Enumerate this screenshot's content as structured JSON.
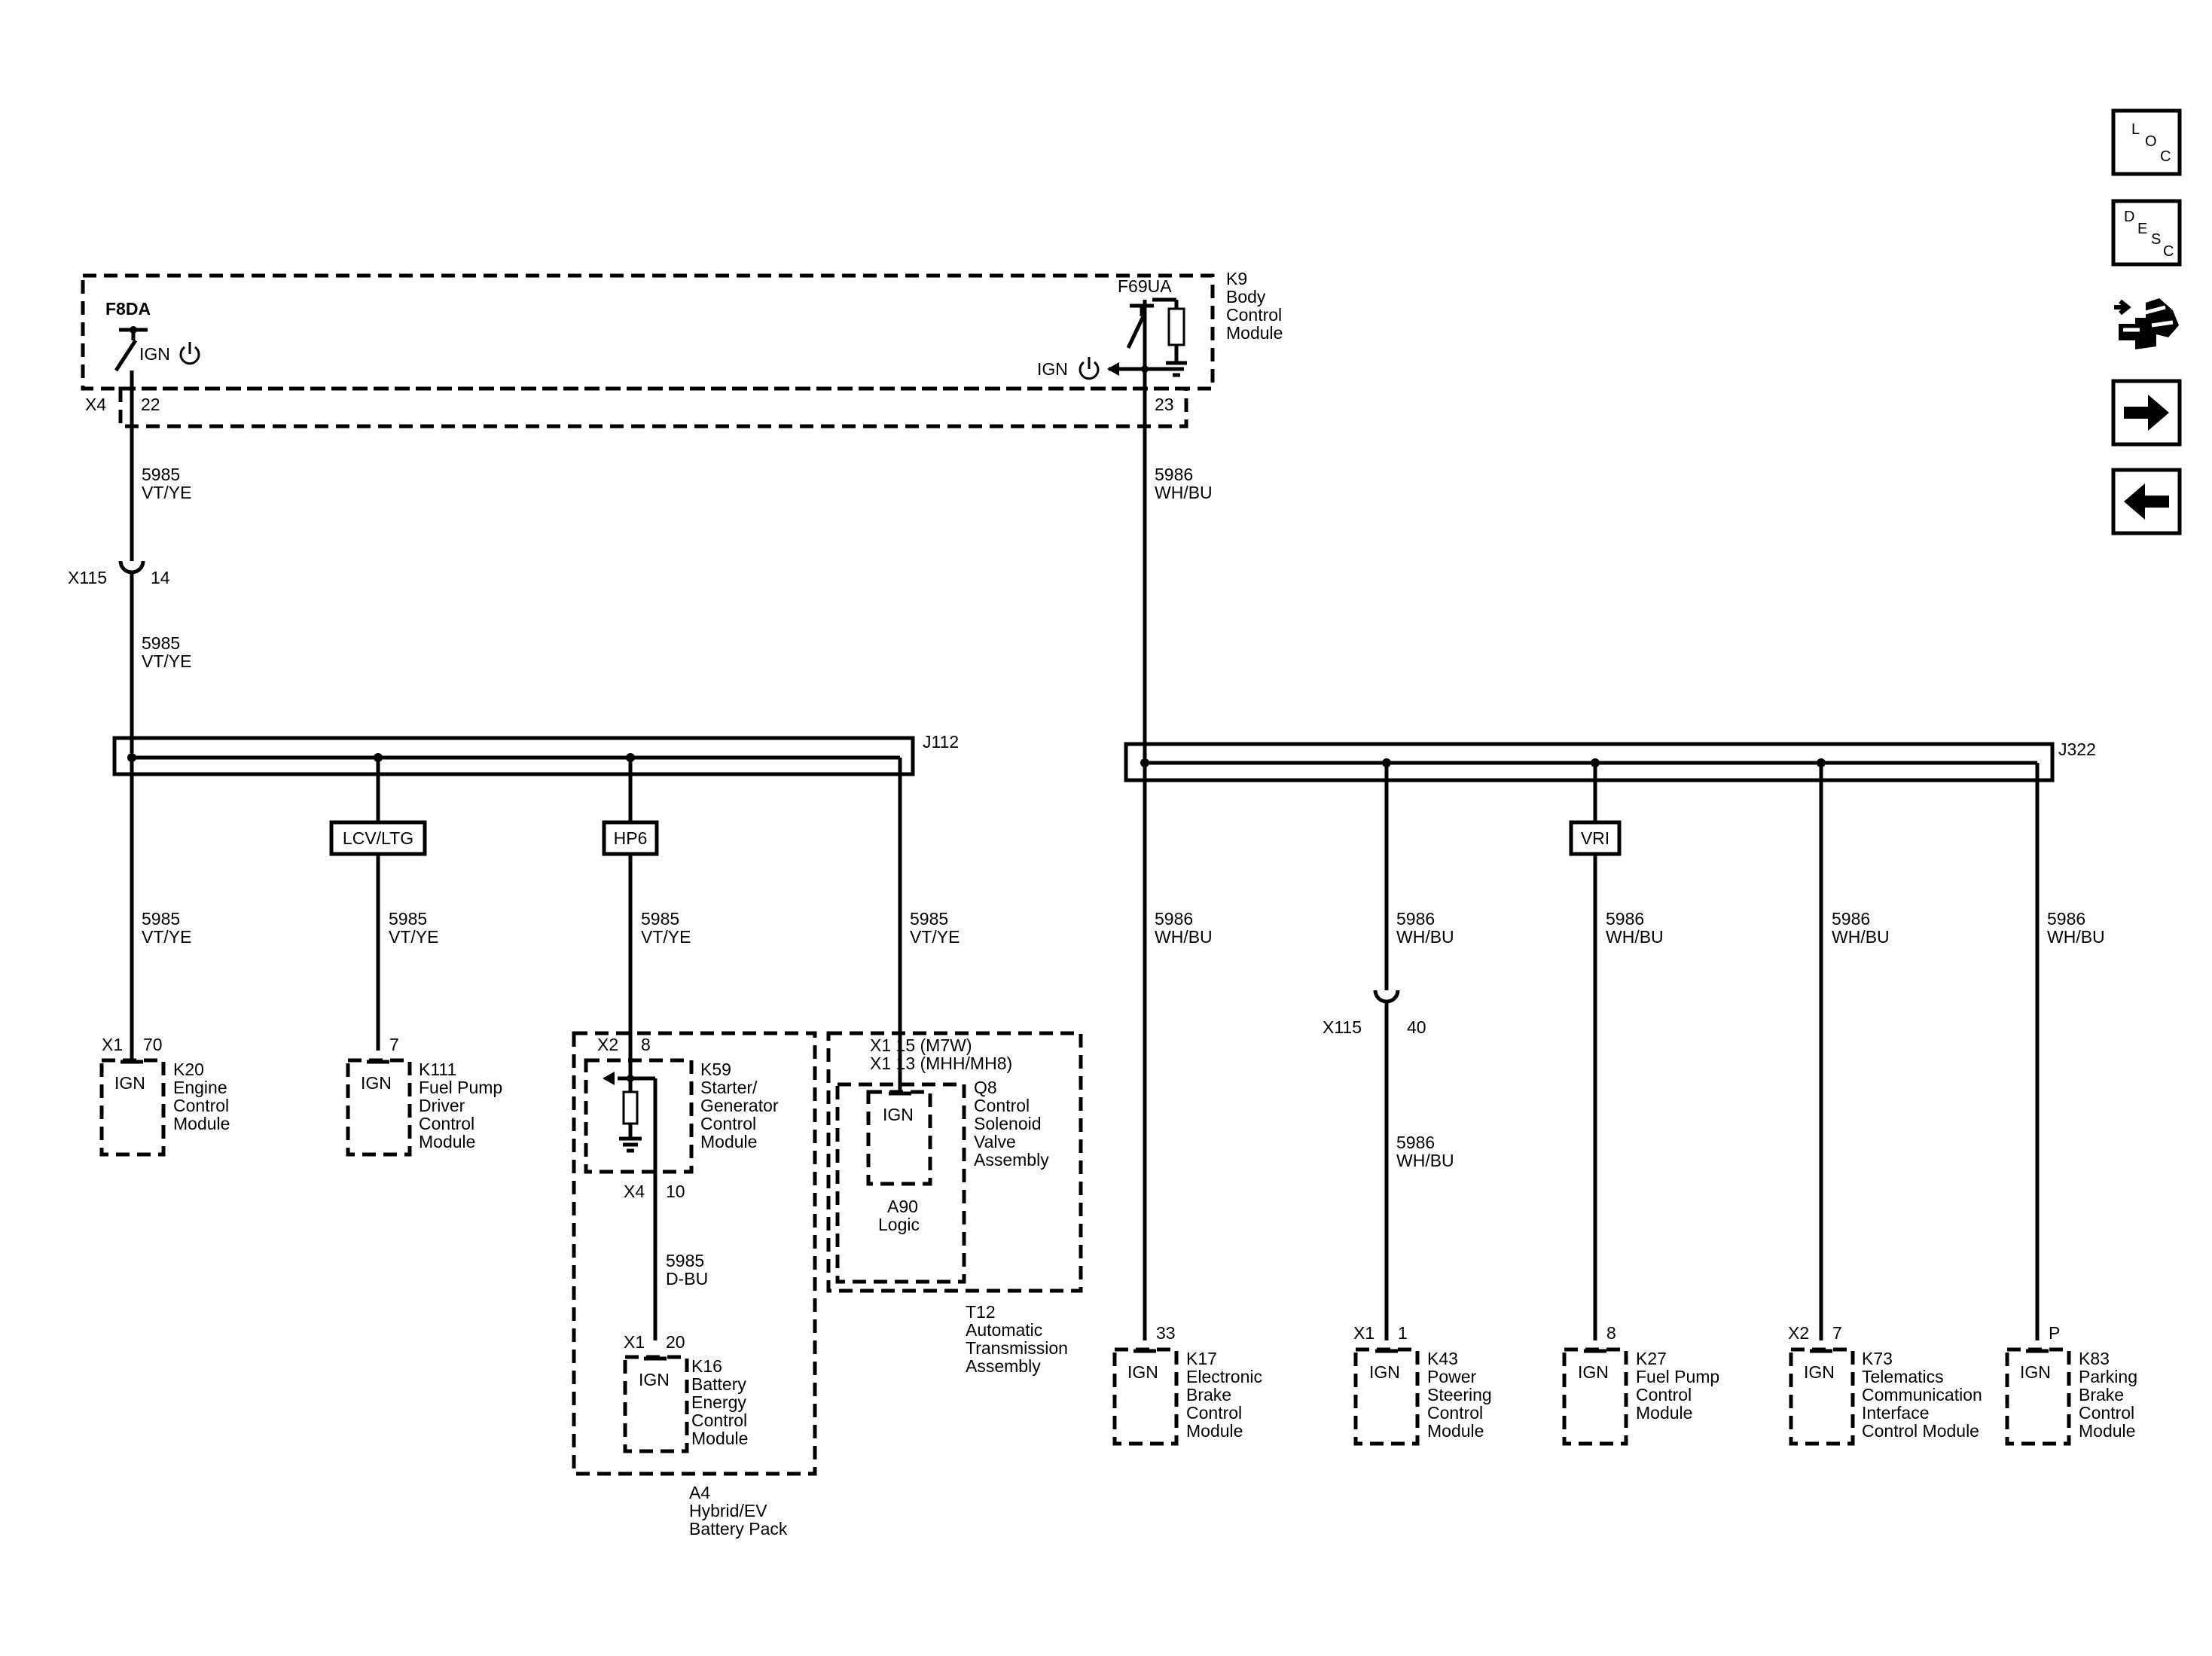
{
  "bcm": {
    "fuse_left": "F8DA",
    "fuse_right": "F69UA",
    "ign_left": "IGN",
    "ign_right": "IGN",
    "ref": "K9",
    "name": [
      "Body",
      "Control",
      "Module"
    ],
    "conn": "X4",
    "pin_left": "22",
    "pin_right": "23"
  },
  "left_trunk": {
    "circuit": "5985",
    "color": "VT/YE",
    "inline": {
      "conn": "X115",
      "pin": "14"
    }
  },
  "right_trunk": {
    "circuit": "5986",
    "color": "WH/BU"
  },
  "splice_left": "J112",
  "splice_right": "J322",
  "options": {
    "lcv": "LCV/LTG",
    "hp6": "HP6",
    "vri": "VRI"
  },
  "branches_left": [
    {
      "circuit": "5985",
      "color": "VT/YE"
    },
    {
      "circuit": "5985",
      "color": "VT/YE"
    },
    {
      "circuit": "5985",
      "color": "VT/YE"
    },
    {
      "circuit": "5985",
      "color": "VT/YE"
    }
  ],
  "branches_right": [
    {
      "circuit": "5986",
      "color": "WH/BU"
    },
    {
      "circuit": "5986",
      "color": "WH/BU"
    },
    {
      "circuit": "5986",
      "color": "WH/BU"
    },
    {
      "circuit": "5986",
      "color": "WH/BU"
    },
    {
      "circuit": "5986",
      "color": "WH/BU"
    }
  ],
  "k43_inline": {
    "conn": "X115",
    "pin": "40",
    "circuit": "5986",
    "color": "WH/BU"
  },
  "modules": {
    "k20": {
      "conn": "X1",
      "pin": "70",
      "ign": "IGN",
      "ref": "K20",
      "name": [
        "Engine",
        "Control",
        "Module"
      ]
    },
    "k111": {
      "pin": "7",
      "ign": "IGN",
      "ref": "K111",
      "name": [
        "Fuel Pump",
        "Driver",
        "Control",
        "Module"
      ]
    },
    "k59": {
      "conn": "X2",
      "pin": "8",
      "ref": "K59",
      "name": [
        "Starter/",
        "Generator",
        "Control",
        "Module"
      ],
      "out_conn": "X4",
      "out_pin": "10",
      "out_circuit": "5985",
      "out_color": "D-BU"
    },
    "k16": {
      "conn": "X1",
      "pin": "20",
      "ign": "IGN",
      "ref": "K16",
      "name": [
        "Battery",
        "Energy",
        "Control",
        "Module"
      ]
    },
    "a4": {
      "ref": "A4",
      "name": [
        "Hybrid/EV",
        "Battery Pack"
      ]
    },
    "q8": {
      "pin_line1": "X1  15 (M7W)",
      "pin_line2": "X1  13 (MHH/MH8)",
      "ign": "IGN",
      "ref": "Q8",
      "name": [
        "Control",
        "Solenoid",
        "Valve",
        "Assembly"
      ],
      "logic": [
        "A90",
        "Logic"
      ]
    },
    "t12": {
      "ref": "T12",
      "name": [
        "Automatic",
        "Transmission",
        "Assembly"
      ]
    },
    "k17": {
      "pin": "33",
      "ign": "IGN",
      "ref": "K17",
      "name": [
        "Electronic",
        "Brake",
        "Control",
        "Module"
      ]
    },
    "k43": {
      "conn": "X1",
      "pin": "1",
      "ign": "IGN",
      "ref": "K43",
      "name": [
        "Power",
        "Steering",
        "Control",
        "Module"
      ]
    },
    "k27": {
      "pin": "8",
      "ign": "IGN",
      "ref": "K27",
      "name": [
        "Fuel Pump",
        "Control",
        "Module"
      ]
    },
    "k73": {
      "conn": "X2",
      "pin": "7",
      "ign": "IGN",
      "ref": "K73",
      "name": [
        "Telematics",
        "Communication",
        "Interface",
        "Control Module"
      ]
    },
    "k83": {
      "pin": "P",
      "ign": "IGN",
      "ref": "K83",
      "name": [
        "Parking",
        "Brake",
        "Control",
        "Module"
      ]
    }
  },
  "nav": {
    "loc": [
      "L",
      "O",
      "C"
    ],
    "desc": [
      "D",
      "E",
      "S",
      "C"
    ],
    "icons": [
      "connector-icon",
      "arrow-right-icon",
      "arrow-left-icon"
    ]
  }
}
